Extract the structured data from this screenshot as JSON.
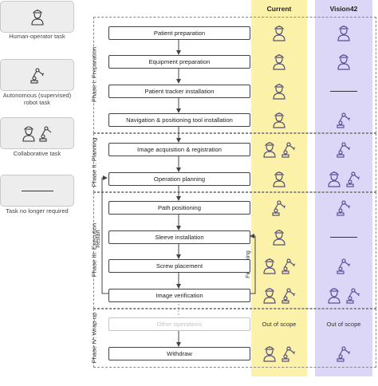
{
  "legend": [
    {
      "icon": "human-operator-icon",
      "label": "Human-operator task"
    },
    {
      "icon": "robot-arm-icon",
      "label": "Autonomous (supervised) robot task"
    },
    {
      "icon": "human-robot-icon",
      "label": "Collaborative task"
    },
    {
      "icon": "dash-line",
      "label": "Task no longer required"
    }
  ],
  "columns": {
    "current": "Current",
    "vision": "Vision42"
  },
  "phases": [
    {
      "label": "Phase I: Preparation"
    },
    {
      "label": "Phase II: Planning"
    },
    {
      "label": "Phase III: Execution"
    },
    {
      "label": "Phase IV: Wrap-up"
    }
  ],
  "steps": [
    {
      "label": "Patient preparation",
      "current": "human",
      "vision": "human"
    },
    {
      "label": "Equipment preparation",
      "current": "human",
      "vision": "human"
    },
    {
      "label": "Patient tracker installation",
      "current": "human",
      "vision": "none"
    },
    {
      "label": "Navigation & positioning tool installation",
      "current": "human",
      "vision": "robot"
    },
    {
      "label": "Image acquisition & registration",
      "current": "collab",
      "vision": "robot"
    },
    {
      "label": "Operation planning",
      "current": "human",
      "vision": "collab"
    },
    {
      "label": "Path positioning",
      "current": "robot",
      "vision": "robot"
    },
    {
      "label": "Sleeve installation",
      "current": "human",
      "vision": "none"
    },
    {
      "label": "Screw placement",
      "current": "collab",
      "vision": "robot"
    },
    {
      "label": "Image verification",
      "current": "collab",
      "vision": "collab"
    },
    {
      "label": "Other operations",
      "current": "text",
      "vision": "text"
    },
    {
      "label": "Withdraw",
      "current": "collab",
      "vision": "robot"
    }
  ],
  "out_of_scope": "Out of scope",
  "loops": {
    "restart": "Restart",
    "fine_tuning": "Fine tuning"
  },
  "colors": {
    "current_col": "#fbf1a9",
    "vision_col": "#dcd7f6",
    "icon_human": "#7a6e9c",
    "legend_bg": "#ededed"
  }
}
